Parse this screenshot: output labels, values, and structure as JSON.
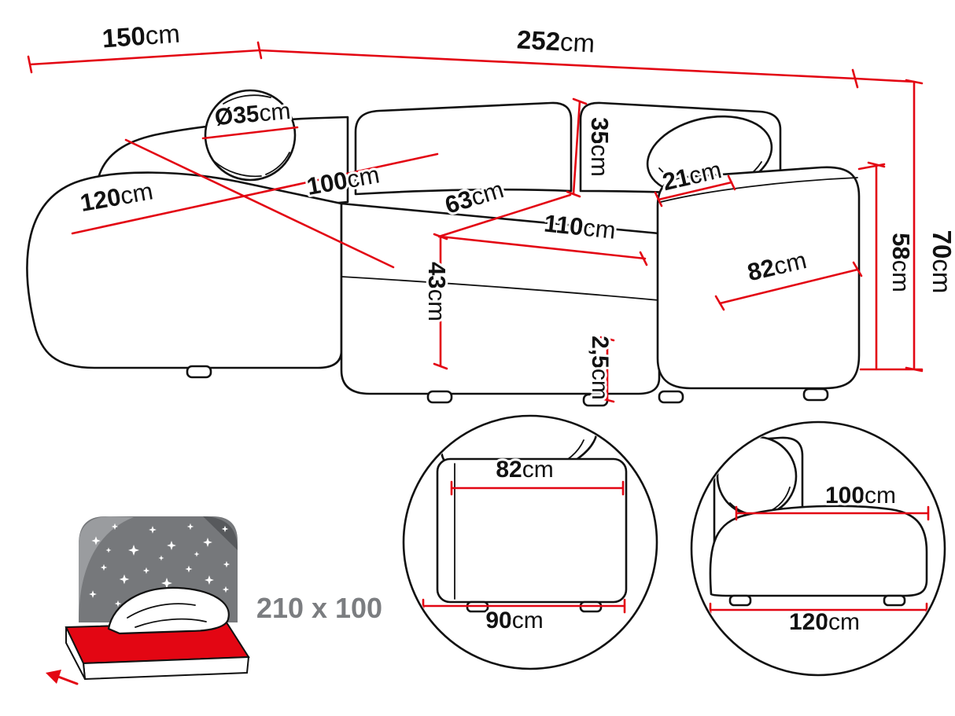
{
  "colors": {
    "dimension_red": "#e30613",
    "outline_black": "#111111",
    "bed_gray": "#76787b",
    "label_gray": "#7b7d80"
  },
  "main_view": {
    "dims": {
      "depth": {
        "value": "150",
        "unit": "cm"
      },
      "width": {
        "value": "252",
        "unit": "cm"
      },
      "total_height": {
        "value": "70",
        "unit": "cm"
      },
      "armrest_height": {
        "value": "58",
        "unit": "cm"
      },
      "pillow_diameter": {
        "value": "Ø35",
        "unit": "cm"
      },
      "back_cushion_height": {
        "value": "35",
        "unit": "cm"
      },
      "seat_depth": {
        "value": "63",
        "unit": "cm"
      },
      "seat_width": {
        "value": "110",
        "unit": "cm"
      },
      "chaise_length": {
        "value": "100",
        "unit": "cm"
      },
      "chaise_width": {
        "value": "120",
        "unit": "cm"
      },
      "seat_height": {
        "value": "43",
        "unit": "cm"
      },
      "leg_height": {
        "value": "2,5",
        "unit": "cm"
      },
      "armrest_width": {
        "value": "21",
        "unit": "cm"
      },
      "armrest_depth": {
        "value": "82",
        "unit": "cm"
      }
    }
  },
  "sleeping_area": {
    "label": "210 x 100"
  },
  "detail_front_view": {
    "top_width": {
      "value": "82",
      "unit": "cm"
    },
    "bottom_width": {
      "value": "90",
      "unit": "cm"
    }
  },
  "detail_side_view": {
    "seat_length": {
      "value": "100",
      "unit": "cm"
    },
    "total_length": {
      "value": "120",
      "unit": "cm"
    }
  }
}
